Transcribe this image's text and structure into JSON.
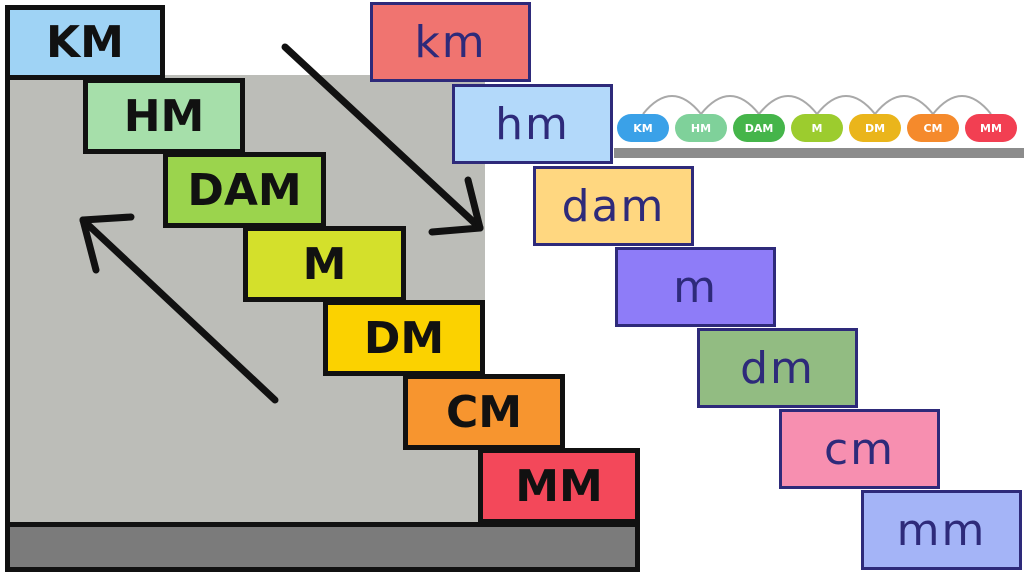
{
  "staircase_upper": {
    "steps": [
      {
        "label": "KM",
        "color": "#9fd3f5"
      },
      {
        "label": "HM",
        "color": "#a6dfaa"
      },
      {
        "label": "DAM",
        "color": "#9bd44d"
      },
      {
        "label": "M",
        "color": "#d4e02b"
      },
      {
        "label": "DM",
        "color": "#fbd200"
      },
      {
        "label": "CM",
        "color": "#f7952f"
      },
      {
        "label": "MM",
        "color": "#f3485a"
      }
    ]
  },
  "staircase_lower": {
    "steps": [
      {
        "label": "km",
        "color": "#f07470"
      },
      {
        "label": "hm",
        "color": "#b3d9fa"
      },
      {
        "label": "dam",
        "color": "#ffd780"
      },
      {
        "label": "m",
        "color": "#8e7cf8"
      },
      {
        "label": "dm",
        "color": "#92bc82"
      },
      {
        "label": "cm",
        "color": "#f78fb0"
      },
      {
        "label": "mm",
        "color": "#a4b4f7"
      }
    ]
  },
  "scale_strip": {
    "pills": [
      {
        "label": "KM",
        "color": "#3aa1e8"
      },
      {
        "label": "HM",
        "color": "#7fd19a"
      },
      {
        "label": "DAM",
        "color": "#45b54a"
      },
      {
        "label": "M",
        "color": "#9ccc2e"
      },
      {
        "label": "DM",
        "color": "#eab51b"
      },
      {
        "label": "CM",
        "color": "#f58a2c"
      },
      {
        "label": "MM",
        "color": "#f23f52"
      }
    ]
  }
}
